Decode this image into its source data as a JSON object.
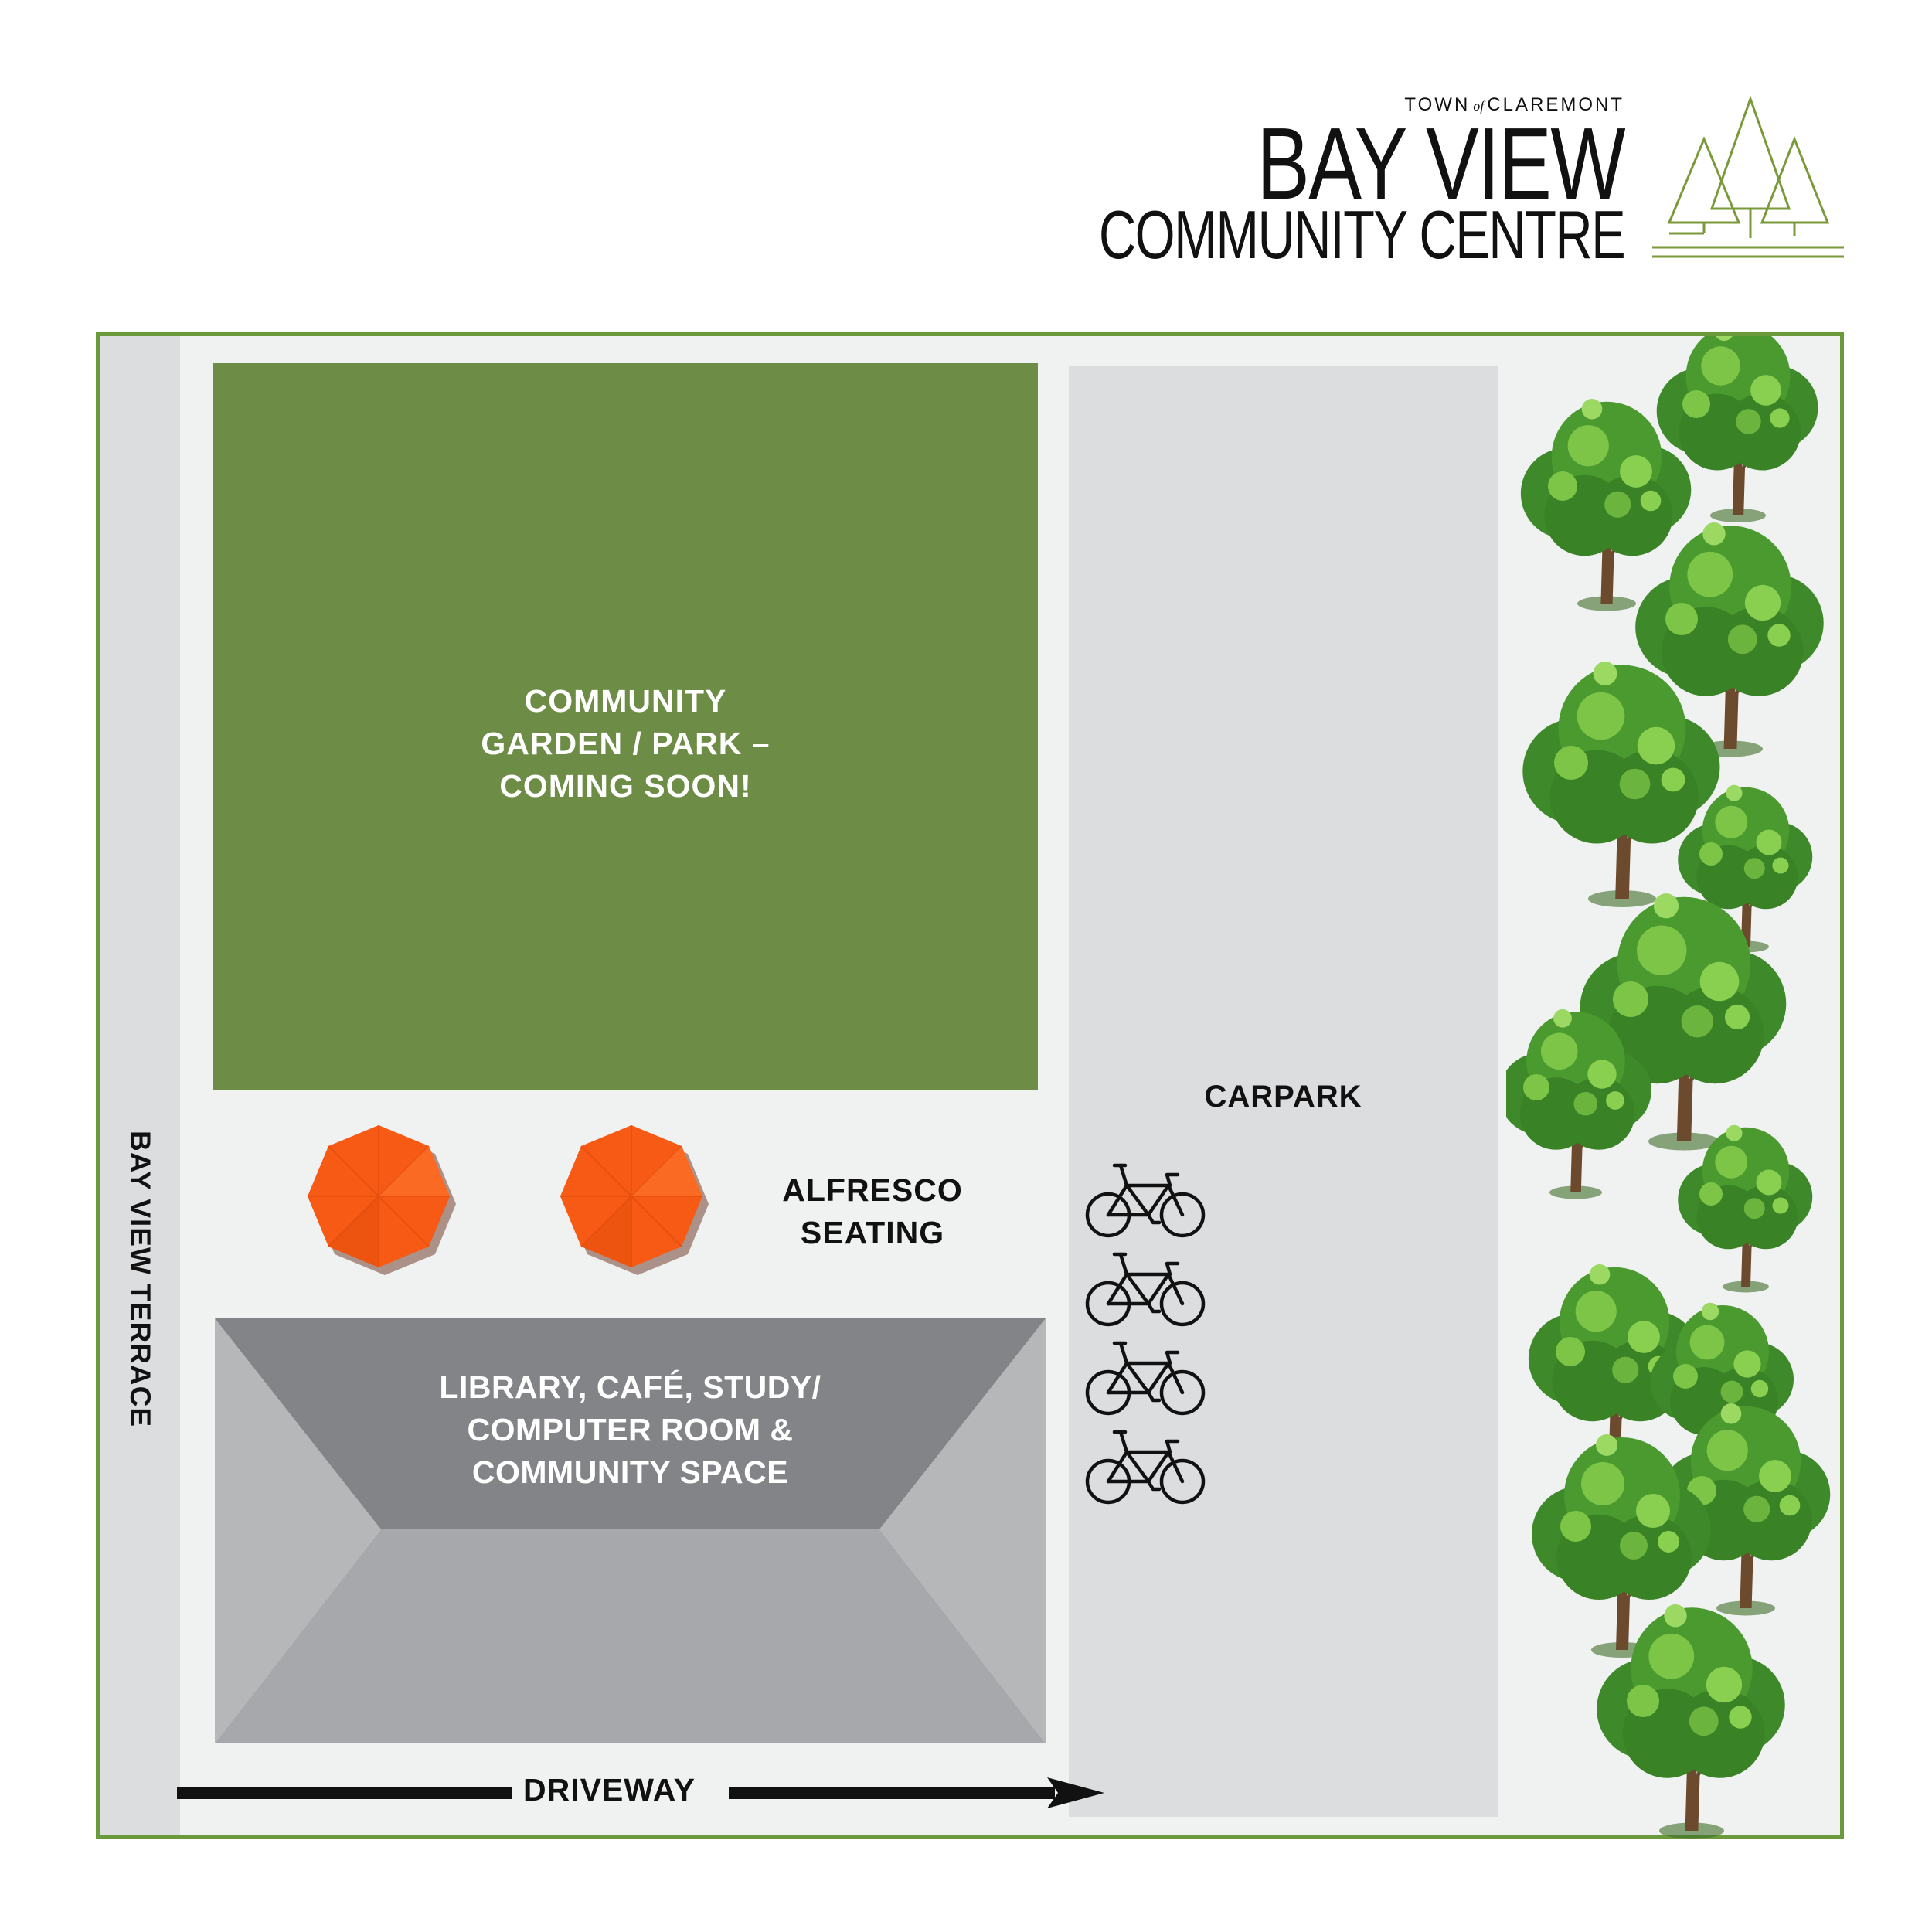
{
  "logo": {
    "town_prefix": "TOWN",
    "town_of": "of",
    "town_name": "CLAREMONT",
    "line1": "BAY VIEW",
    "line2": "COMMUNITY CENTRE",
    "accent_color": "#7a9a3a"
  },
  "map": {
    "street_label": "BAY VIEW TERRACE",
    "garden_lines": [
      "COMMUNITY",
      "GARDEN / PARK –",
      "COMING SOON!"
    ],
    "carpark_label": "CARPARK",
    "seating_lines": [
      "ALFRESCO",
      "SEATING"
    ],
    "building_lines": [
      "LIBRARY, CAFÉ, STUDY/",
      "COMPUTER ROOM &",
      "COMMUNITY SPACE"
    ],
    "driveway_label": "DRIVEWAY",
    "bike_rack_count": 4,
    "umbrella_count": 2,
    "icons": [
      "bicycle-icon",
      "umbrella-icon",
      "tree-icon",
      "arrow-right-icon"
    ],
    "colors": {
      "border": "#6b9a3c",
      "garden": "#6d8c45",
      "ground": "#f0f1f1",
      "paving": "#dcdddf",
      "roof_top": "#838487",
      "roof_side": "#b6b7b9",
      "umbrella": "#f65a14"
    }
  }
}
